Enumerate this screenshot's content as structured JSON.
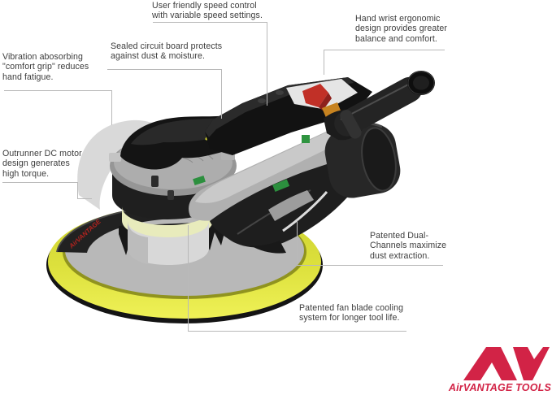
{
  "figure": {
    "type": "annotated-product-diagram",
    "subject": "AirVANTAGE electric random orbital sander cutaway feature diagram"
  },
  "callouts": [
    {
      "id": "speed-control",
      "text": "User friendly speed control\nwith variable speed settings."
    },
    {
      "id": "hand-wrist",
      "text": "Hand wrist ergonomic\ndesign provides greater\nbalance and comfort."
    },
    {
      "id": "sealed-circuit-board",
      "text": "Sealed circuit board protects\nagainst dust & moisture."
    },
    {
      "id": "vibration-grip",
      "text": "Vibration abosorbing\n\"comfort grip\" reduces\nhand fatigue."
    },
    {
      "id": "outrunner-motor",
      "text": "Outrunner DC motor\ndesign generates\nhigh torque."
    },
    {
      "id": "dual-channels",
      "text": "Patented Dual-\nChannels maximize\ndust extraction."
    },
    {
      "id": "fan-cooling",
      "text": "Patented fan blade cooling\nsystem for longer tool life."
    }
  ],
  "logo": {
    "mark": "AV",
    "name": "AirVANTAGE TOOLS"
  },
  "decals": {
    "skirt_text": "AirVANTAGE",
    "wing_logo_icon": "av-squiggle"
  },
  "colors": {
    "background": "#ffffff",
    "leader_line": "#b9b9b9",
    "label_text": "#3c3c3c",
    "brand_red": "#d22346",
    "pad_yellow": "#dde13d",
    "body_gray": "#b0b0b0",
    "housing_black": "#1e1e1e",
    "switch_red": "#c13027",
    "wedge_orange": "#c78320",
    "circuit_green": "#2f9440",
    "pale_ring": "#e8ebbc"
  }
}
